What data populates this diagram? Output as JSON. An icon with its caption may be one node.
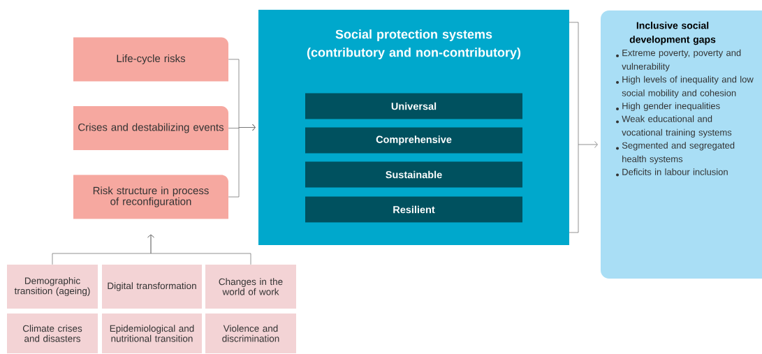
{
  "diagram": {
    "nodes": [
      {
        "text": [
          "Life-cycle risks"
        ]
      },
      {
        "text": [
          "Crises and destabilizing events"
        ]
      },
      {
        "text": [
          "Risk structure in process of reconfiguration"
        ]
      },
      {
        "text": [
          "Social protection systems (contributory and non-contributory)"
        ]
      },
      {
        "text": [
          "Universal"
        ],
        "in": 3
      },
      {
        "text": [
          "Comprehensive"
        ],
        "in": 3
      },
      {
        "text": [
          "Sustainable"
        ],
        "in": 3
      },
      {
        "text": [
          "Resilient"
        ],
        "in": 3
      },
      {
        "text": [
          "Inclusive social development gaps",
          "Extreme poverty, poverty and vulnerability",
          "High levels of inequality and low social mobility and cohesion",
          "High gender inequalities",
          "Weak educational and vocational training systems",
          "Segmented and segregated health systems",
          "Deficits in labour inclusion"
        ]
      },
      {
        "text": [
          "Demographic transition (ageing)"
        ]
      },
      {
        "text": [
          "Digital transformation"
        ]
      },
      {
        "text": [
          "Changes in the world of work"
        ]
      },
      {
        "text": [
          "Climate crises and disasters"
        ]
      },
      {
        "text": [
          "Epidemiological and nutritional transition"
        ]
      },
      {
        "text": [
          "Violence and discrimination"
        ]
      }
    ],
    "edges": [
      {
        "from": 0,
        "to": 3,
        "arrow": "to"
      },
      {
        "from": 1,
        "to": 3,
        "arrow": "to"
      },
      {
        "from": 2,
        "to": 3,
        "arrow": "to"
      },
      {
        "from": 3,
        "to": 8,
        "arrow": "to"
      },
      {
        "from": 9,
        "to": 2,
        "arrow": "to"
      },
      {
        "from": 11,
        "to": 2,
        "arrow": "to"
      }
    ]
  }
}
